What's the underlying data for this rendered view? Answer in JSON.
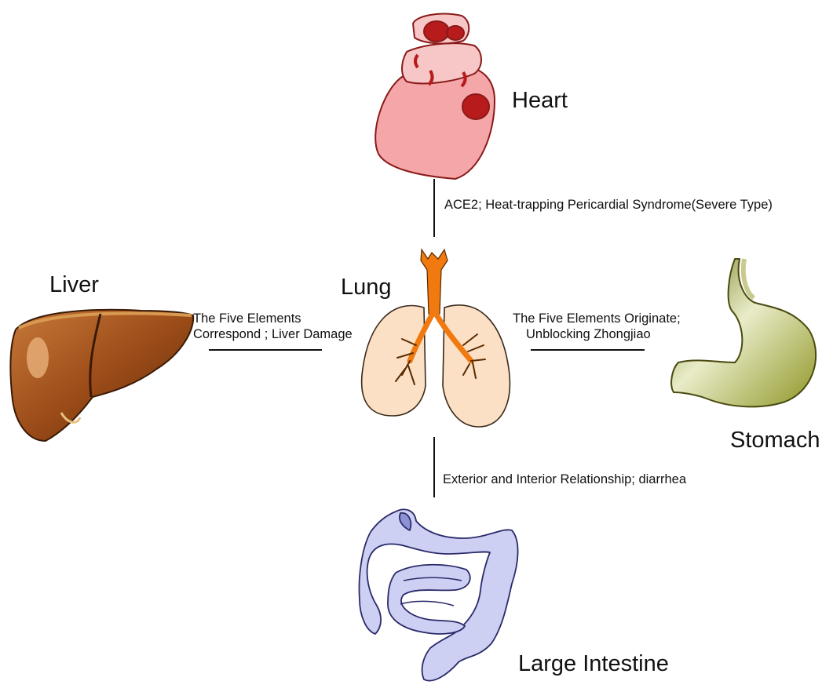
{
  "organs": {
    "heart": "Heart",
    "lung": "Lung",
    "liver": "Liver",
    "stomach": "Stomach",
    "large_intestine": "Large Intestine"
  },
  "relations": {
    "heart_lung": "ACE2; Heat-trapping Pericardial Syndrome(Severe Type)",
    "liver_lung_line1": "The Five Elements",
    "liver_lung_line2": "Correspond ; Liver Damage",
    "stomach_lung_line1": "The Five Elements Originate;",
    "stomach_lung_line2": "Unblocking Zhongjiao",
    "intestine_lung": "Exterior and Interior Relationship; diarrhea"
  },
  "colors": {
    "heart": "#f4a6a8",
    "lung": "#fbe0c6",
    "bronchi": "#f07a10",
    "liver": "#a2511d",
    "stomach": "#a6a84a",
    "intestine": "#cdd0f2"
  }
}
